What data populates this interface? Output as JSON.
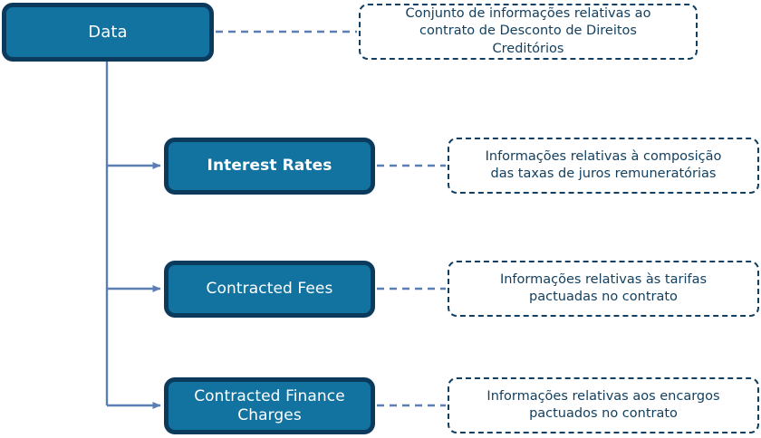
{
  "diagram": {
    "title_node": {
      "label": "Data",
      "annotation": "Conjunto de informações relativas ao\ncontrato de Desconto de Direitos\nCreditórios"
    },
    "children": [
      {
        "label": "Interest Rates",
        "annotation": "Informações relativas à composição\ndas taxas de juros remuneratórias"
      },
      {
        "label": "Contracted Fees",
        "annotation": "Informações relativas às tarifas\npactuadas no contrato"
      },
      {
        "label": "Contracted Finance\nCharges",
        "annotation": "Informações relativas aos encargos\npactuados no contrato"
      }
    ],
    "colors": {
      "node_fill": "#1272a0",
      "node_border": "#0b3a5d",
      "node_text": "#ffffff",
      "connector": "#5b7fb5",
      "annotation_border": "#0f3f62",
      "annotation_text": "#13405f",
      "background": "#ffffff"
    }
  }
}
